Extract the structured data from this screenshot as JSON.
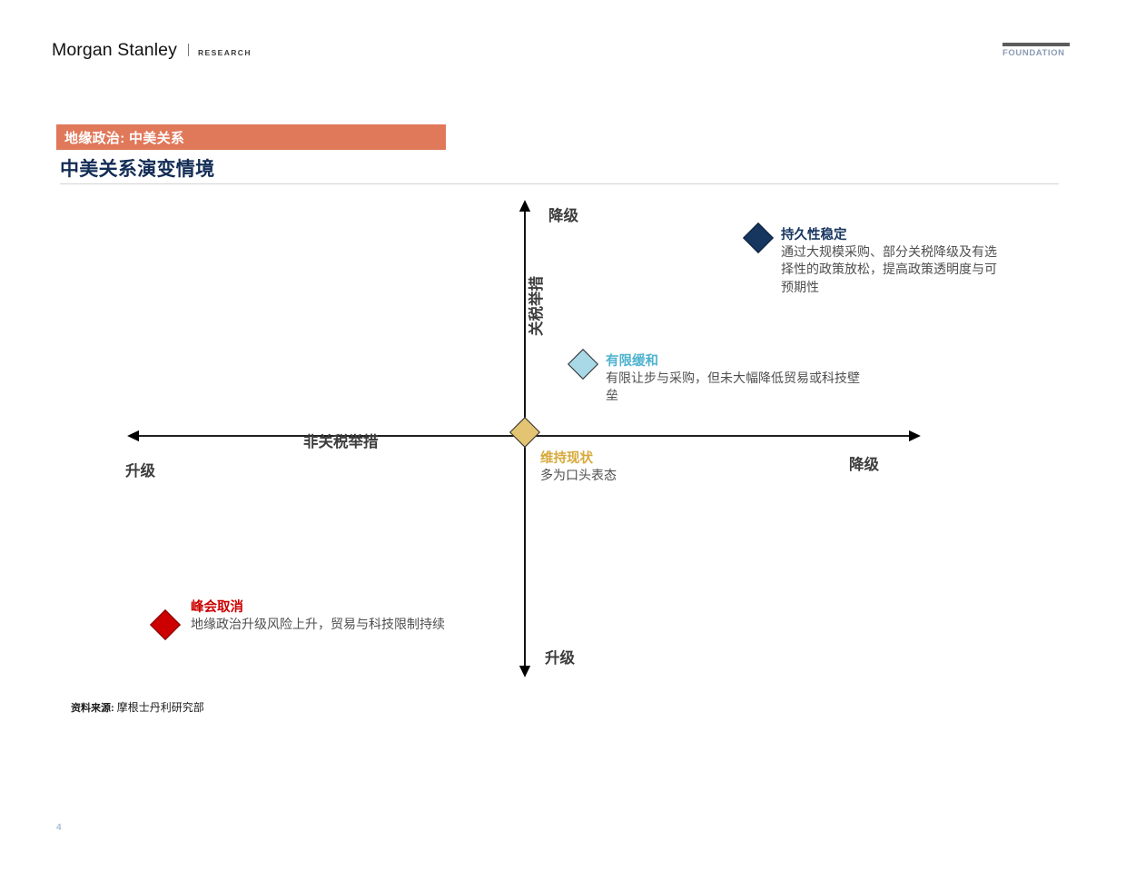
{
  "header": {
    "brand": "Morgan Stanley",
    "brand_sub": "RESEARCH",
    "foundation_label": "FOUNDATION"
  },
  "title_block": {
    "eyebrow": "地缘政治: 中美关系",
    "title": "中美关系演变情境"
  },
  "footer": {
    "source_label": "资料来源:",
    "source_value": "摩根士丹利研究部",
    "page_number": "4"
  },
  "chart_data": {
    "type": "scatter",
    "title": "中美关系演变情境",
    "xlabel": "非关税举措",
    "ylabel": "关税举措",
    "axis_captions": {
      "top": "降级",
      "bottom": "升级",
      "left": "升级",
      "right": "降级"
    },
    "xlim": [
      -1,
      1
    ],
    "ylim": [
      -1,
      1
    ],
    "grid": false,
    "legend": "none",
    "points": [
      {
        "name": "持久性稳定",
        "desc": "通过大规模采购、部分关税降级及有选择性的政策放松，提高政策透明度与可预期性",
        "x": 0.6,
        "y": 0.62,
        "color": "#16355f",
        "marker": "diamond"
      },
      {
        "name": "有限缓和",
        "desc": "有限让步与采购，但未大幅降低贸易或科技壁垒",
        "x": 0.16,
        "y": 0.19,
        "color": "#a9d8e6",
        "marker": "diamond"
      },
      {
        "name": "维持现状",
        "desc": "多为口头表态",
        "x": 0.0,
        "y": 0.0,
        "color": "#e3c473",
        "marker": "diamond"
      },
      {
        "name": "峰会取消",
        "desc": "地缘政治升级风险上升，贸易与科技限制持续",
        "x": -0.76,
        "y": -0.78,
        "color": "#cc0000",
        "marker": "diamond"
      }
    ]
  }
}
